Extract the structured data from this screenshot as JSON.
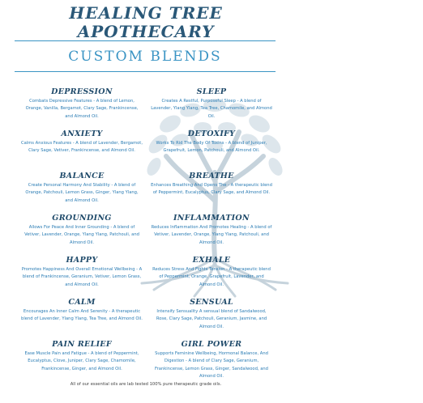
{
  "brand": {
    "line1": "HEALING TREE",
    "line2": "APOTHECARY"
  },
  "heading": "CUSTOM BLENDS",
  "blends": [
    {
      "name": "DEPRESSION",
      "desc": "Combats Depressive Features - A blend of Lemon, Orange, Vanilla, Bergamot, Clary Sage, Frankincense, and Almond Oil."
    },
    {
      "name": "SLEEP",
      "desc": "Creates A Restful, Purposeful Sleep - A blend of Lavender, Ylang Ylang, Tea Tree, Chamomile, and Almond Oil."
    },
    {
      "name": "ANXIETY",
      "desc": "Calms Anxious Features - A blend of Lavender, Bergamot, Clary Sage, Vetiver, Frankincense, and Almond Oil."
    },
    {
      "name": "DETOXIFY",
      "desc": "Works To Rid The Body Of Toxins - A blend of Juniper, Grapefruit, Lemon, Patchouli, and Almond Oil."
    },
    {
      "name": "BALANCE",
      "desc": "Create Personal Harmony And Stability - A blend of Orange, Patchouli, Lemon Grass, Ginger, Ylang Ylang, and Almond Oil."
    },
    {
      "name": "BREATHE",
      "desc": "Enhances Breathing And Opens The - A therapeutic blend of Peppermint, Eucalyptus, Clary Sage, and Almond Oil."
    },
    {
      "name": "GROUNDING",
      "desc": "Allows For Peace And Inner Grounding - A blend of Vetiver, Lavender, Orange, Ylang Ylang, Patchouli, and Almond Oil."
    },
    {
      "name": "INFLAMMATION",
      "desc": "Reduces Inflammation And Promotes Healing - A blend of Vetiver, Lavender, Orange, Ylang Ylang, Patchouli, and Almond Oil."
    },
    {
      "name": "HAPPY",
      "desc": "Promotes Happiness And Overall Emotional Wellbeing - A blend of Frankincense, Geranium, Vetiver, Lemon Grass, and Almond Oil."
    },
    {
      "name": "EXHALE",
      "desc": "Reduces Stress And Fights Tension - A therapeutic blend of Peppermint, Orange, Grapefruit, Lavender, and Almond Oil."
    },
    {
      "name": "CALM",
      "desc": "Encourages An Inner Calm And Serenity - A therapeutic blend of Lavender, Ylang Ylang, Tea Tree, and Almond Oil."
    },
    {
      "name": "SENSUAL",
      "desc": "Intensify Sensuality A sensual blend of Sandalwood, Rose, Clary Sage, Patchouli, Geranium, Jasmine, and Almond Oil."
    },
    {
      "name": "PAIN RELIEF",
      "desc": "Ease Muscle Pain and Fatigue - A blend of Peppermint, Eucalyptus, Clove, Juniper, Clary Sage, Chamomile, Frankincense, Ginger, and Almond Oil."
    },
    {
      "name": "GIRL POWER",
      "desc": "Supports Feminine Wellbeing, Hormonal Balance, And Digestion - A blend of Clary Sage, Geranium, Frankincense, Lemon Grass, Ginger, Sandalwood, and Almond Oil."
    }
  ],
  "footer": "All of our essential oils are lab tested 100% pure therapeutic grade oils.",
  "colors": {
    "title": "#2a5878",
    "accent": "#3a94c4",
    "blend_name": "#1f4a6a",
    "blend_text": "#2a7cb4",
    "watermark": "#c9d7e0"
  },
  "icons": {
    "watermark": "tree-icon"
  }
}
